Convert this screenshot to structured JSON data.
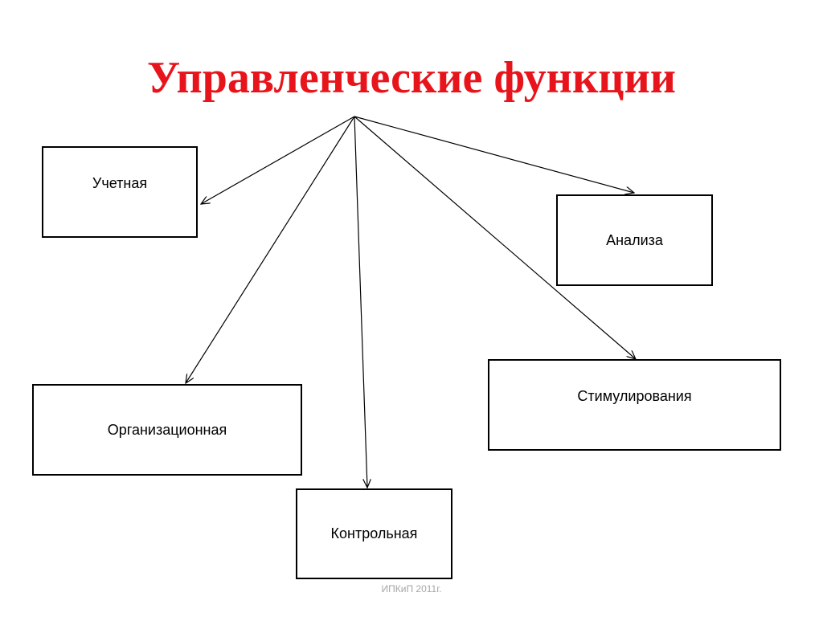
{
  "slide": {
    "title": "Управленческие функции",
    "title_color": "#e8141b",
    "boxes": {
      "uchetnaya": "Учетная",
      "analiza": "Анализа",
      "organizatsionnaya": "Организационная",
      "stimulirovaniya": "Стимулирования",
      "kontrolnaya": "Контрольная"
    },
    "footer": "ИПКиП 2011г."
  }
}
